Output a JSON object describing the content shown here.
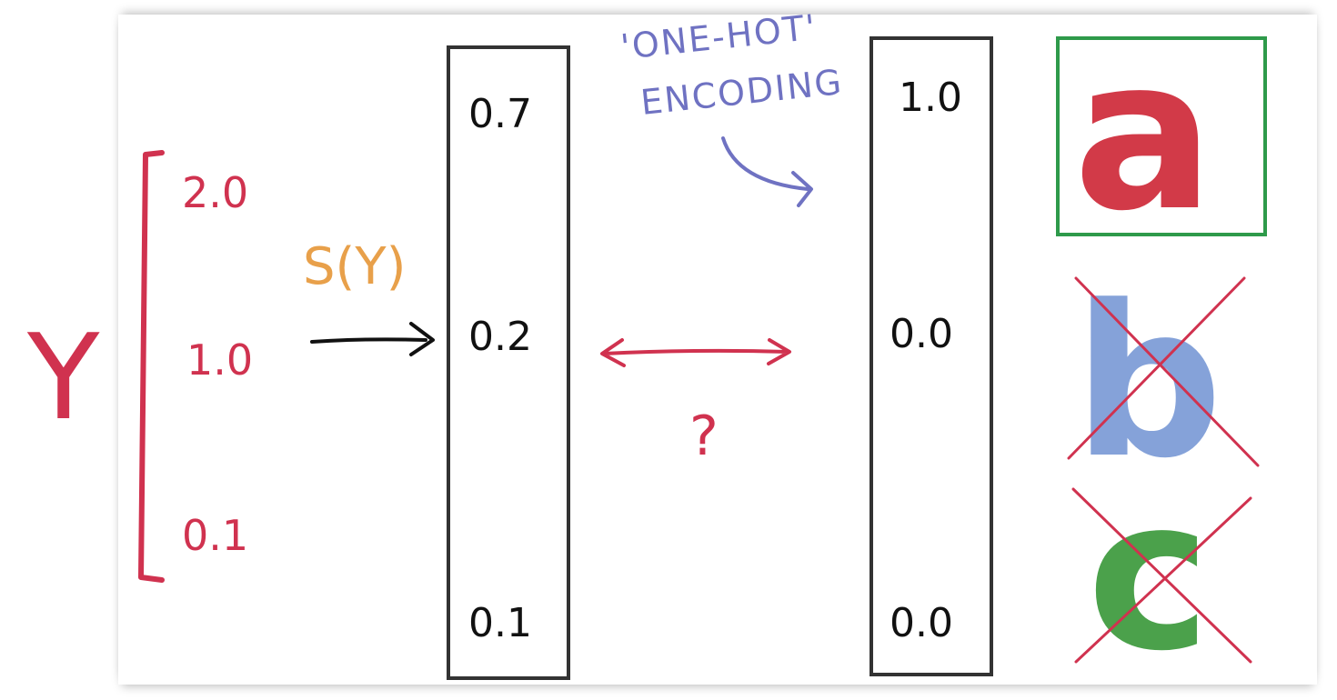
{
  "diagram": {
    "input_variable": "Y",
    "logits": [
      "2.0",
      "1.0",
      "0.1"
    ],
    "function_label": "S(Y)",
    "probabilities": [
      "0.7",
      "0.2",
      "0.1"
    ],
    "comparison_mark": "?",
    "encoding_label_line1": "'ONE-HOT'",
    "encoding_label_line2": "ENCODING",
    "one_hot": [
      "1.0",
      "0.0",
      "0.0"
    ],
    "classes": [
      "a",
      "b",
      "c"
    ],
    "colors": {
      "logit": "#d0324f",
      "function": "#e8a04a",
      "annotation": "#6f72c2",
      "class_a": "#d23a48",
      "class_b": "#7b9bd6",
      "class_c": "#3c9a3c",
      "correct_box": "#2e9a4a",
      "cross": "#d0324f"
    }
  }
}
